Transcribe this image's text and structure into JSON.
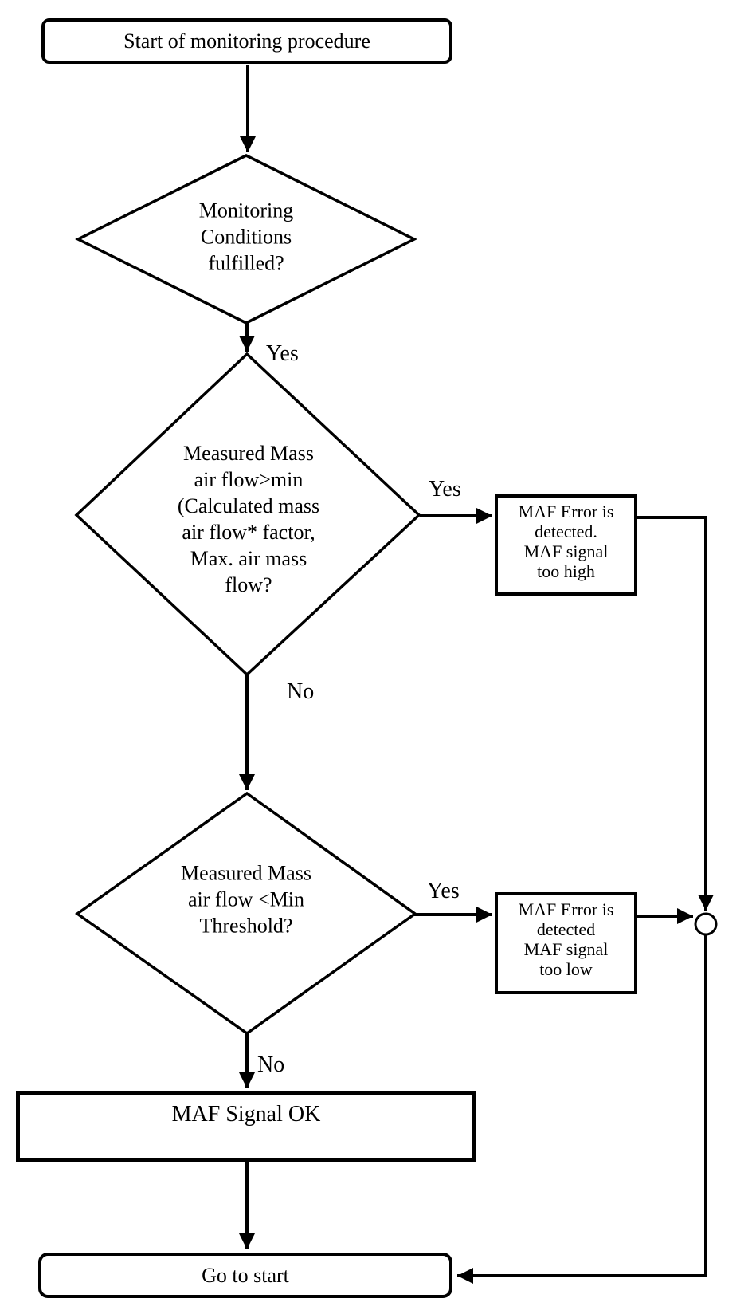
{
  "nodes": {
    "start": {
      "label": "Start of monitoring procedure"
    },
    "decision_monitoring": {
      "label": "Monitoring\nConditions\nfulfilled?"
    },
    "decision_high": {
      "label": "Measured Mass\nair flow>min\n(Calculated mass\nair flow* factor,\nMax. air mass\nflow?"
    },
    "error_high": {
      "label": "MAF Error is\ndetected.\nMAF signal\ntoo high"
    },
    "decision_low": {
      "label": "Measured Mass\nair flow <Min\nThreshold?"
    },
    "error_low": {
      "label": "MAF Error is\ndetected\nMAF signal\ntoo low"
    },
    "ok": {
      "label": "MAF Signal OK"
    },
    "goto_start": {
      "label": "Go to start"
    }
  },
  "edge_labels": {
    "yes_monitoring": "Yes",
    "yes_high": "Yes",
    "no_high": "No",
    "yes_low": "Yes",
    "no_low": "No"
  },
  "colors": {
    "line": "#000000",
    "background": "#ffffff",
    "text": "#000000"
  }
}
